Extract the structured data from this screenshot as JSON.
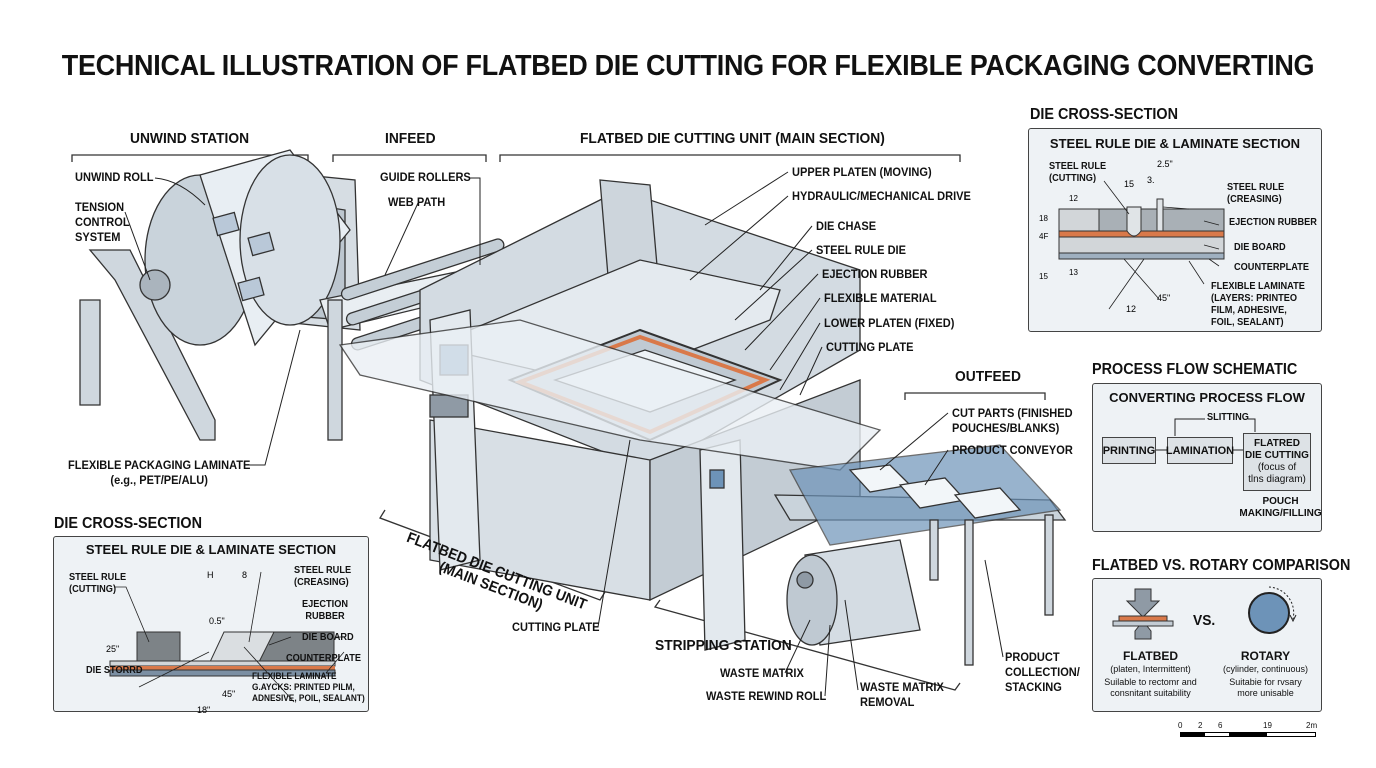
{
  "title": "TECHNICAL ILLUSTRATION OF FLATBED DIE CUTTING FOR FLEXIBLE PACKAGING CONVERTING",
  "sections": {
    "unwind": "UNWIND STATION",
    "infeed": "INFEED",
    "main": "FLATBED DIE CUTTING UNIT (MAIN SECTION)",
    "outfeed": "OUTFEED",
    "stripping": "STRIPPING STATION",
    "main_rotated": [
      "FLATBED DIE CUTTING UNIT",
      "(MAIN SECTION)"
    ]
  },
  "labels": {
    "unwind_roll": "UNWIND ROLL",
    "tension": [
      "TENSION",
      "CONTROL",
      "SYSTEM"
    ],
    "guide_rollers": "GUIDE ROLLERS",
    "web_path": "WEB PATH",
    "upper_platen": "UPPER PLATEN (MOVING)",
    "drive": "HYDRAULIC/MECHANICAL DRIVE",
    "die_chase": "DIE CHASE",
    "steel_rule_die": "STEEL RULE DIE",
    "ejection_rubber": "EJECTION RUBBER",
    "flexible_material": "FLEXIBLE MATERIAL",
    "lower_platen": "LOWER PLATEN (FIXED)",
    "cutting_plate": "CUTTING PLATE",
    "cut_parts": [
      "CUT PARTS (FINISHED",
      "POUCHES/BLANKS)"
    ],
    "product_conveyor": "PRODUCT CONVEYOR",
    "laminate": [
      "FLEXIBLE PACKAGING LAMINATE",
      "(e.g., PET/PE/ALU)"
    ],
    "cutting_plate_2": "CUTTING PLATE",
    "waste_matrix": "WASTE MATRIX",
    "waste_rewind": "WASTE REWIND ROLL",
    "waste_removal": [
      "WASTE MATRIX",
      "REMOVAL"
    ],
    "collection": [
      "PRODUCT",
      "COLLECTION/",
      "STACKING"
    ]
  },
  "die_top": {
    "header": "DIE CROSS-SECTION",
    "title": "STEEL RULE DIE & LAMINATE SECTION",
    "cutting": [
      "STEEL RULE",
      "(CUTTING)"
    ],
    "creasing": [
      "STEEL RULE",
      "(CREASING)"
    ],
    "ejection": "EJECTION RUBBER",
    "die_board": "DIE BOARD",
    "counterplate": "COUNTERPLATE",
    "laminate": [
      "FLEXIBLE LAMINATE",
      "(LAYERS: PRINTEO",
      "FILM, ADHESIVE,",
      "FOIL, SEALANT)"
    ],
    "dims": [
      "2.5\"",
      "15",
      "3.",
      "12",
      "18",
      "4F",
      "15",
      "13",
      "12",
      "45\""
    ]
  },
  "die_bottom": {
    "header": "DIE CROSS-SECTION",
    "title": "STEEL RULE DIE & LAMINATE SECTION",
    "cutting": [
      "STEEL RULE",
      "(CUTTING)"
    ],
    "creasing": [
      "STEEL RULE",
      "(CREASING)"
    ],
    "ejection": [
      "EJECTION",
      "RUBBER"
    ],
    "die_board": "DIE BOARD",
    "counterplate": "COUNTERPLATE",
    "die_storrd": "DIE STORRD",
    "laminate": [
      "FLEXIBLE LAMINATE",
      "G.AYCKS: PRINTED PILM,",
      "ADNESIVE, POIL, SEALANT)"
    ],
    "dims": [
      "H",
      "8",
      "0.5\"",
      "25\"",
      "45\"",
      "18\""
    ]
  },
  "process": {
    "header": "PROCESS FLOW SCHEMATIC",
    "title": "CONVERTING PROCESS FLOW",
    "steps": [
      "PRINTING",
      "LAMINATION"
    ],
    "slitting": "SLITTING",
    "focus": [
      "FLATRED",
      "DIE CUTTING",
      "(focus of",
      "tlns diagram)"
    ],
    "pouch": [
      "POUCH",
      "MAKING/FILLING"
    ]
  },
  "compare": {
    "header": "FLATBED VS. ROTARY COMPARISON",
    "vs": "VS.",
    "flatbed": {
      "name": "FLATBED",
      "sub": "(platen, Intermittent)",
      "desc": [
        "Suilable to rectomr and",
        "consnitant suitability"
      ]
    },
    "rotary": {
      "name": "ROTARY",
      "sub": "(cylinder, continuous)",
      "desc": [
        "Suitabie for rvsary",
        "more unisable"
      ]
    }
  },
  "scale": {
    "ticks": [
      "0",
      "2",
      "6",
      "19",
      "2m"
    ]
  },
  "colors": {
    "orange": "#d9794a",
    "steel": "#8f9aa5",
    "light": "#dfe6ec",
    "blue": "#6d93b8",
    "panel": "#eef2f5"
  }
}
